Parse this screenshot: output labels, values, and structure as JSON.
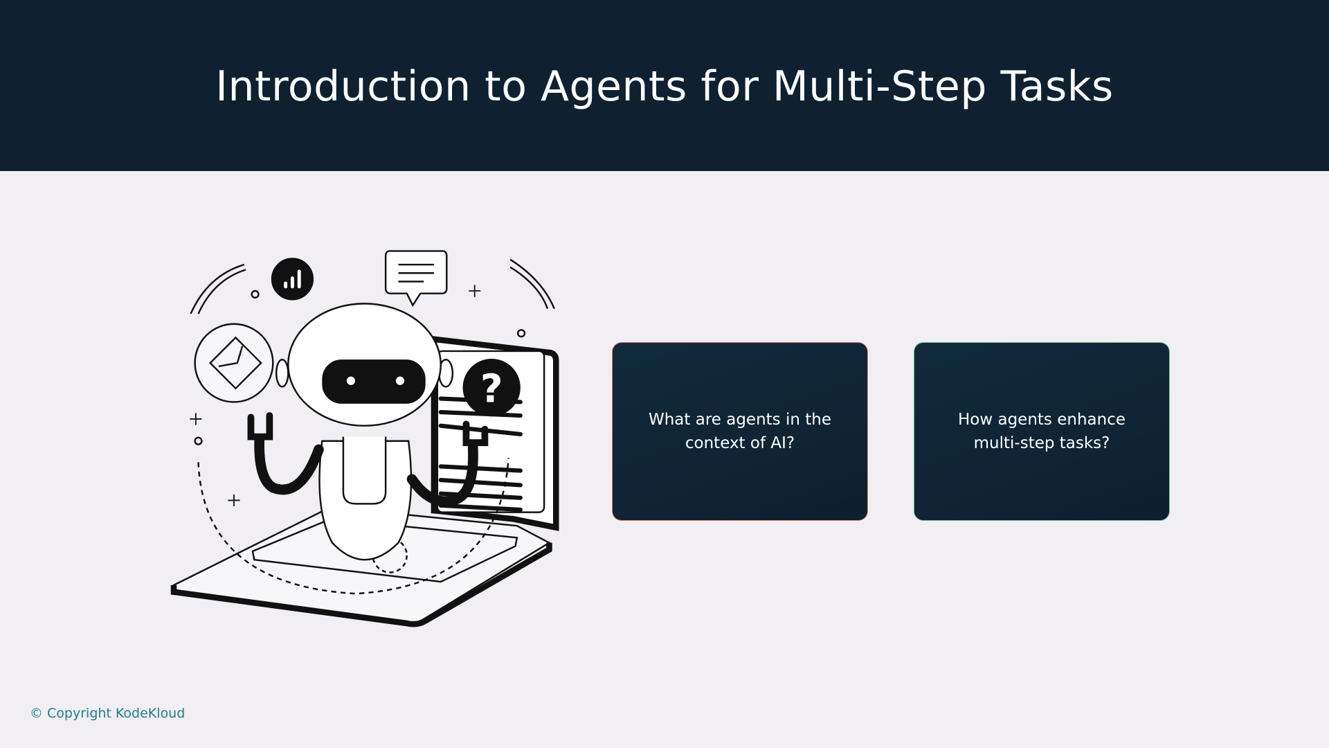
{
  "header": {
    "title": "Introduction to Agents for Multi-Step Tasks"
  },
  "cards": [
    {
      "text": "What are agents in the context of AI?",
      "border_color": "#e0707a"
    },
    {
      "text": "How agents enhance multi-step tasks?",
      "border_color": "#6fbf8a"
    }
  ],
  "illustration": {
    "icons": [
      "robot-icon",
      "laptop-icon",
      "chart-bars-icon",
      "chat-bubble-icon",
      "envelope-icon",
      "question-mark-icon"
    ]
  },
  "footer": {
    "copyright": "© Copyright KodeKloud"
  }
}
